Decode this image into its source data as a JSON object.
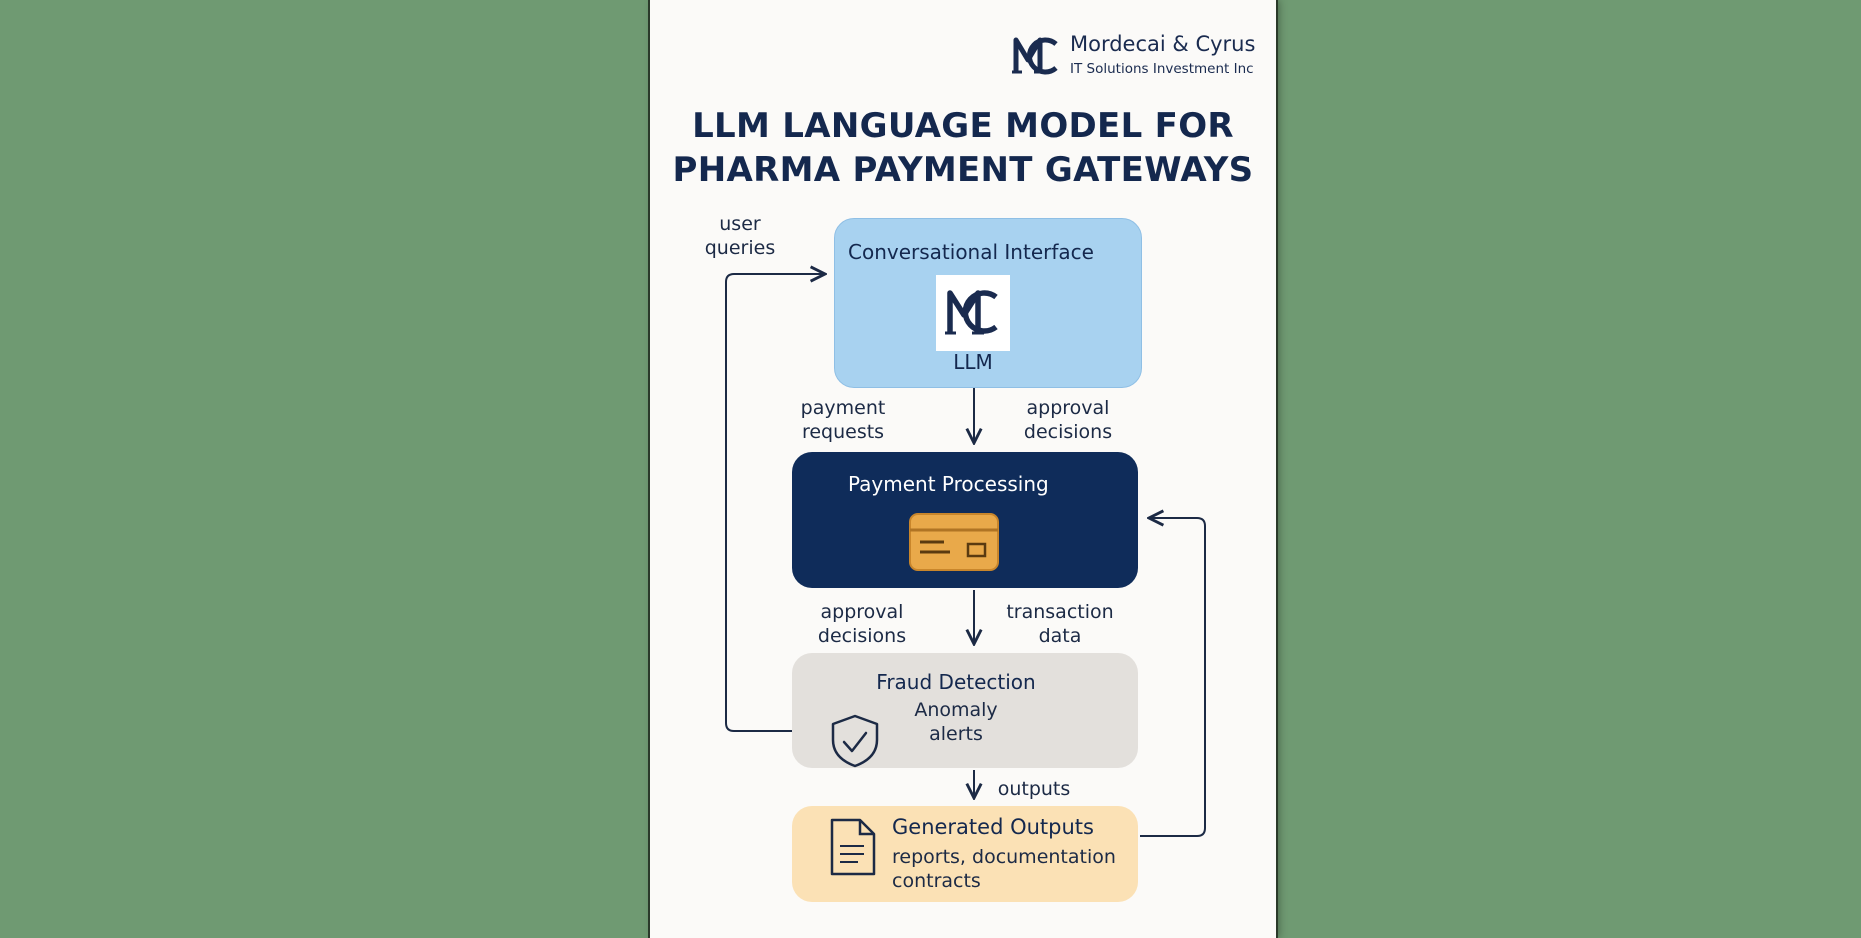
{
  "brand": {
    "name": "Mordecai & Cyrus",
    "tagline": "IT Solutions Investment Inc",
    "logo_text": "MC"
  },
  "title": {
    "line1": "LLM LANGUAGE MODEL FOR",
    "line2": "PHARMA PAYMENT GATEWAYS"
  },
  "nodes": {
    "conversational": {
      "title": "Conversational Interface",
      "sublabel": "LLM"
    },
    "payment": {
      "title": "Payment Processing"
    },
    "fraud": {
      "title": "Fraud Detection",
      "sub_line1": "Anomaly",
      "sub_line2": "alerts"
    },
    "outputs": {
      "title": "Generated Outputs",
      "sub_line1": "reports, documentation",
      "sub_line2": "contracts"
    }
  },
  "edge_labels": {
    "user_queries": [
      "user",
      "queries"
    ],
    "payment_requests": [
      "payment",
      "requests"
    ],
    "approval_decisions_top": [
      "approval",
      "decisions"
    ],
    "approval_decisions_mid": [
      "approval",
      "decisions"
    ],
    "transaction_data": [
      "transaction",
      "data"
    ],
    "outputs": "outputs"
  },
  "colors": {
    "background": "#6f9a72",
    "page": "#fbfaf8",
    "navy": "#14284e",
    "conversational_fill": "#a8d2f0",
    "payment_fill": "#0f2c5a",
    "fraud_fill": "#e3e0dc",
    "outputs_fill": "#fbe1b5",
    "card_fill": "#e9a94a"
  },
  "icons": [
    "mc-monogram-icon",
    "credit-card-icon",
    "shield-check-icon",
    "document-icon"
  ]
}
